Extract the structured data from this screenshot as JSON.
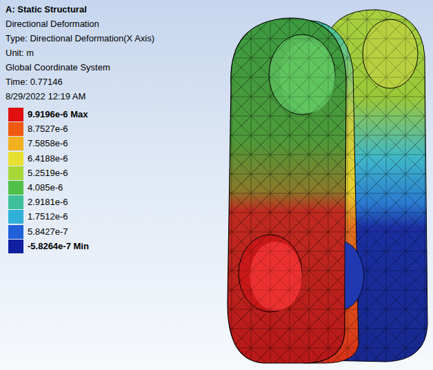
{
  "diagram": {
    "title": "A: Static Structural",
    "labels": [
      "Directional Deformation",
      "Type: Directional Deformation(X Axis)",
      "Unit: m",
      "Global Coordinate System",
      "Time: 0.77146",
      "8/29/2022 12:19 AM"
    ],
    "legend": [
      {
        "text": "9.9196e-6 Max",
        "color": "#e01010"
      },
      {
        "text": "8.7527e-6",
        "color": "#f05a10"
      },
      {
        "text": "7.5858e-6",
        "color": "#f0b020"
      },
      {
        "text": "6.4188e-6",
        "color": "#e8e030"
      },
      {
        "text": "5.2519e-6",
        "color": "#a8d838"
      },
      {
        "text": "4.085e-6",
        "color": "#50c048"
      },
      {
        "text": "2.9181e-6",
        "color": "#40c09a"
      },
      {
        "text": "1.7512e-6",
        "color": "#30b0d8"
      },
      {
        "text": "5.8427e-7",
        "color": "#2060d8"
      },
      {
        "text": "-5.8264e-7 Min",
        "color": "#1020a0"
      }
    ]
  }
}
